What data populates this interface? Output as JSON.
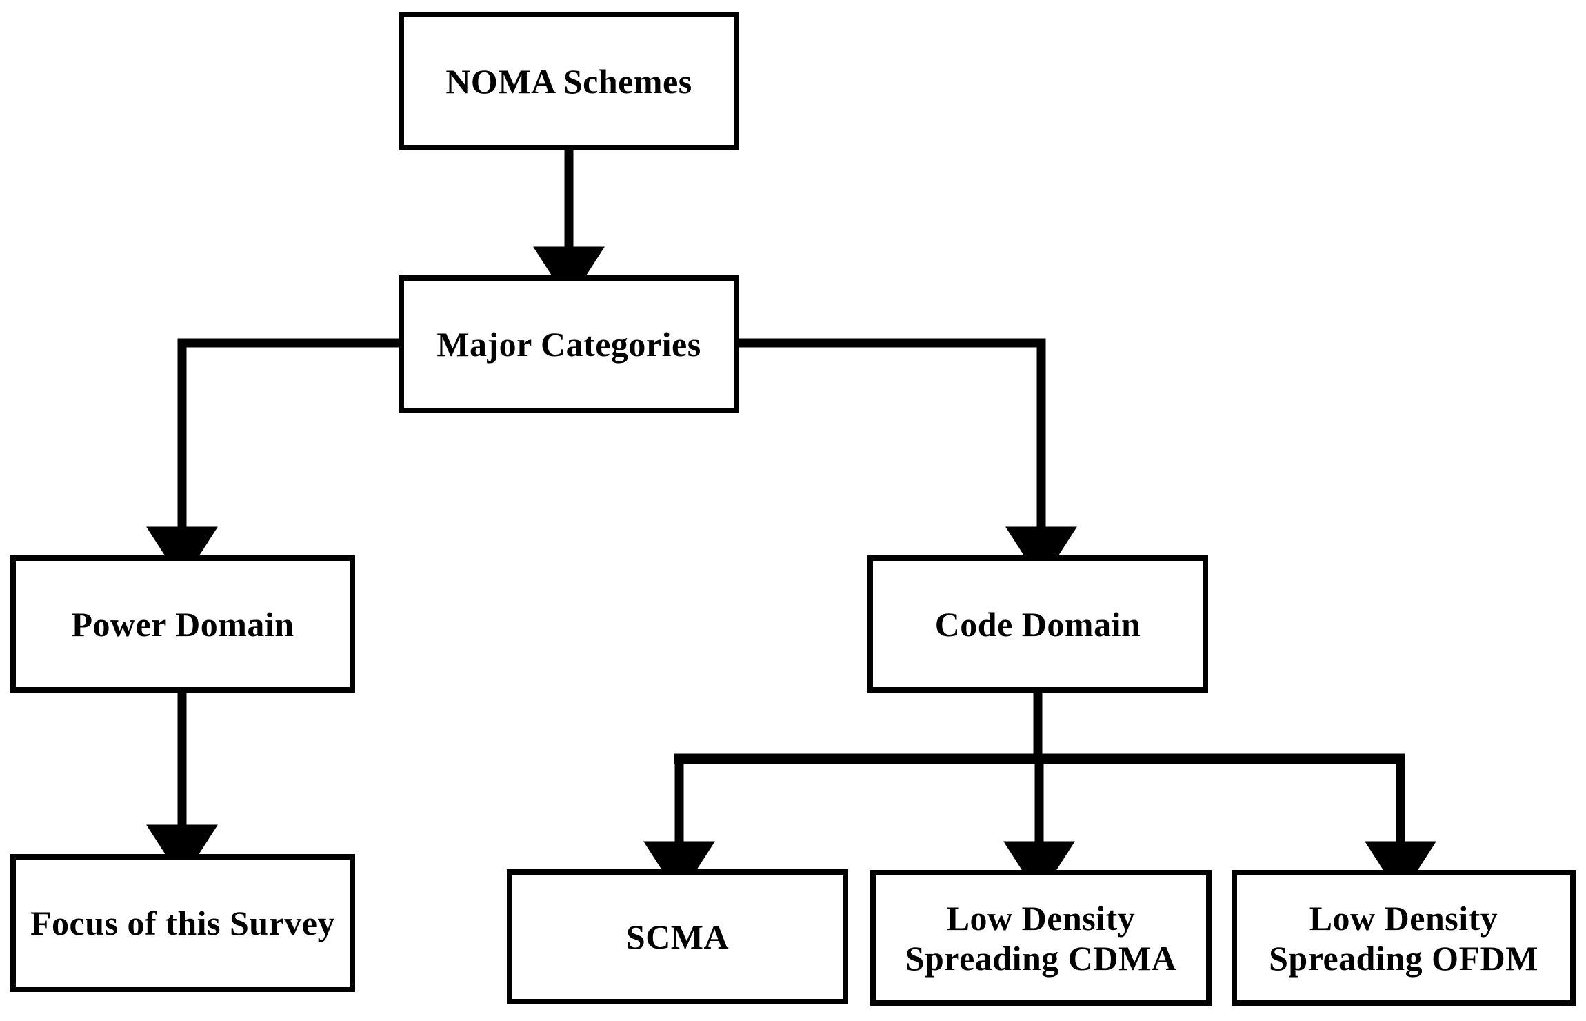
{
  "diagram": {
    "type": "flowchart",
    "title": "NOMA Schemes taxonomy",
    "background_color": "#FFFFFF",
    "line_color": "#000000",
    "text_color": "#000000",
    "nodes": [
      {
        "id": "noma_schemes",
        "label": "NOMA Schemes",
        "level": 0
      },
      {
        "id": "major_categories",
        "label": "Major Categories",
        "level": 1
      },
      {
        "id": "power_domain",
        "label": "Power Domain",
        "level": 2
      },
      {
        "id": "code_domain",
        "label": "Code Domain",
        "level": 2
      },
      {
        "id": "focus_of_survey",
        "label": "Focus of this Survey",
        "level": 3
      },
      {
        "id": "scma",
        "label": "SCMA",
        "level": 3
      },
      {
        "id": "lds_cdma",
        "label": "Low Density\nSpreading CDMA",
        "level": 3
      },
      {
        "id": "lds_ofdm",
        "label": "Low Density\nSpreading OFDM",
        "level": 3
      }
    ],
    "edges": [
      {
        "from": "noma_schemes",
        "to": "major_categories",
        "style": "straight-arrow"
      },
      {
        "from": "major_categories",
        "to": "power_domain",
        "style": "elbow-arrow-left"
      },
      {
        "from": "major_categories",
        "to": "code_domain",
        "style": "elbow-arrow-right"
      },
      {
        "from": "power_domain",
        "to": "focus_of_survey",
        "style": "straight-arrow"
      },
      {
        "from": "code_domain",
        "to": "scma",
        "style": "fork-arrow"
      },
      {
        "from": "code_domain",
        "to": "lds_cdma",
        "style": "fork-arrow"
      },
      {
        "from": "code_domain",
        "to": "lds_ofdm",
        "style": "fork-arrow"
      }
    ]
  }
}
